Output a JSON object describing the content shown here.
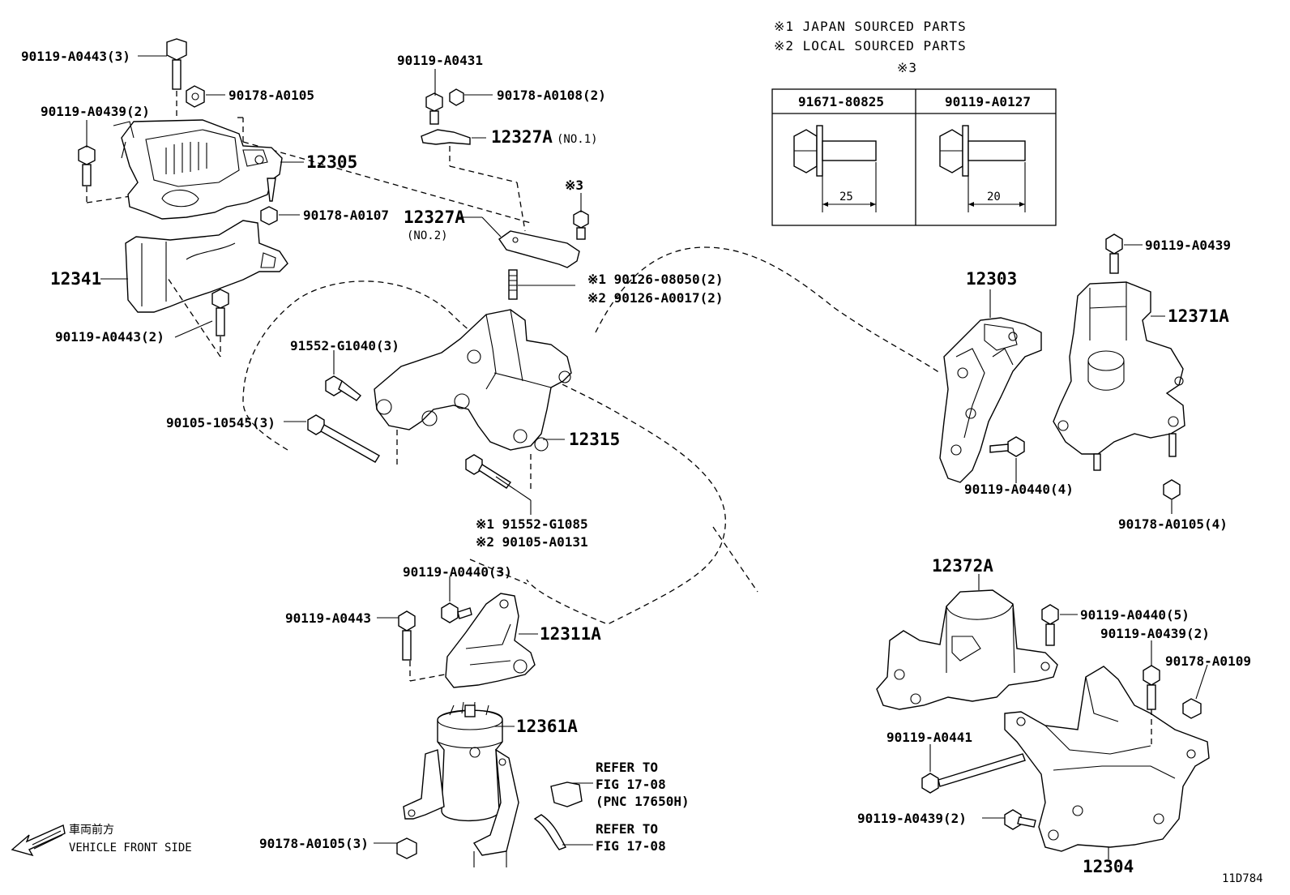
{
  "notes": {
    "japan": "※1 JAPAN SOURCED PARTS",
    "local": "※2 LOCAL SOURCED PARTS",
    "ref3": "※3"
  },
  "table": {
    "col1_part": "91671-80825",
    "col2_part": "90119-A0127",
    "col1_length": "25",
    "col2_length": "20"
  },
  "labels": {
    "p1": "90119-A0443(3)",
    "p2": "90178-A0105",
    "p3": "90119-A0439(2)",
    "p4": "12305",
    "p5": "90178-A0107",
    "p6": "12341",
    "p7": "90119-A0443(2)",
    "p8": "90119-A0431",
    "p9": "90178-A0108(2)",
    "p10": "12327A",
    "p10b": "(NO.1)",
    "p11": "※3",
    "p12": "12327A",
    "p12b": "(NO.2)",
    "p13": "※1 90126-08050(2)",
    "p14": "※2 90126-A0017(2)",
    "p15": "91552-G1040(3)",
    "p16": "90105-10545(3)",
    "p17": "12315",
    "p18": "※1 91552-G1085",
    "p19": "※2 90105-A0131",
    "p20": "90119-A0440(3)",
    "p21": "90119-A0443",
    "p22": "12311A",
    "p23": "12361A",
    "p24": "REFER TO",
    "p25": "FIG 17-08",
    "p26": "(PNC 17650H)",
    "p27": "REFER TO",
    "p28": "FIG 17-08",
    "p29": "90178-A0105(3)",
    "p30": "12303",
    "p31": "90119-A0439",
    "p32": "12371A",
    "p33": "90119-A0440(4)",
    "p34": "90178-A0105(4)",
    "p35": "12372A",
    "p36": "90119-A0440(5)",
    "p37": "90119-A0439(2)",
    "p38": "90178-A0109",
    "p39": "90119-A0441",
    "p40": "90119-A0439(2)",
    "p41": "12304"
  },
  "front": {
    "jp": "車両前方",
    "en": "VEHICLE FRONT SIDE"
  },
  "figure_id": "11D784"
}
